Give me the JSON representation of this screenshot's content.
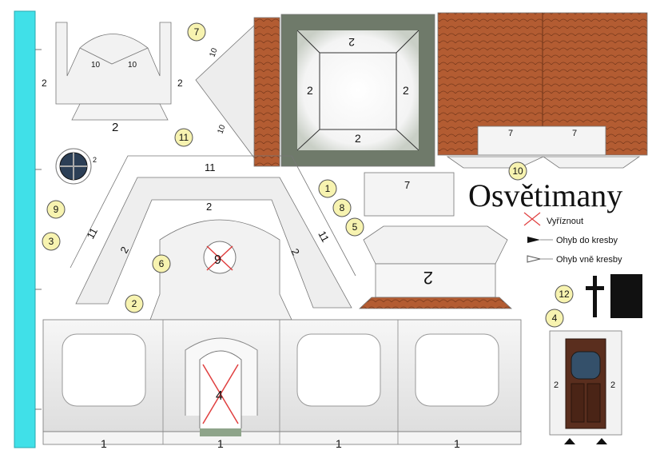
{
  "legend": {
    "title": "Osvětimany",
    "cut": "Vyříznout",
    "fold_in": "Ohyb do kresby",
    "fold_out": "Ohyb vně kresby"
  },
  "badges": [
    "1",
    "2",
    "3",
    "4",
    "5",
    "6",
    "7",
    "8",
    "9",
    "10",
    "11",
    "12"
  ],
  "labels": {
    "one": "1",
    "two": "2",
    "four": "4",
    "seven": "7",
    "nine": "9",
    "ten": "10",
    "eleven": "11"
  },
  "colors": {
    "strip": "#40e0e8",
    "roof": "#b0592f",
    "frame": "#6f7a6a",
    "paper": "#eeeeee",
    "door": "#5a2e1e",
    "cut": "#e04040",
    "badge": "#f7f3b0"
  }
}
